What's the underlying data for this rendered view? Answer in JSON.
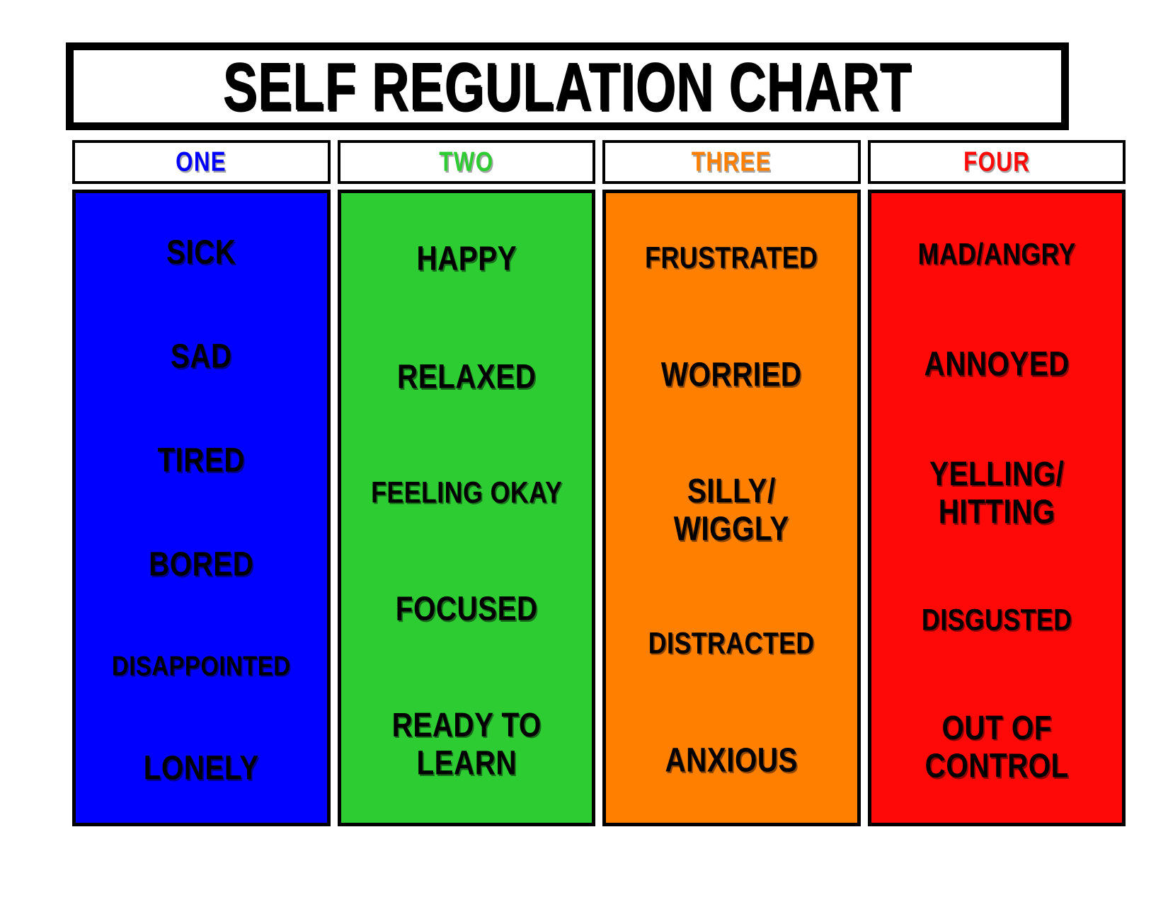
{
  "title": "SELF REGULATION CHART",
  "colors": {
    "zone_one": "#0000FF",
    "zone_two": "#2ECC33",
    "zone_three": "#FF8000",
    "zone_four": "#FF0808",
    "border": "#000000",
    "background": "#FFFFFF"
  },
  "headers": [
    {
      "label": "ONE",
      "color": "#0000FF"
    },
    {
      "label": "TWO",
      "color": "#2ECC33"
    },
    {
      "label": "THREE",
      "color": "#FF8000"
    },
    {
      "label": "FOUR",
      "color": "#FF0808"
    }
  ],
  "columns": [
    {
      "header": "ONE",
      "fill": "#0000FF",
      "items": [
        "SICK",
        "SAD",
        "TIRED",
        "BORED",
        "DISAPPOINTED",
        "LONELY"
      ]
    },
    {
      "header": "TWO",
      "fill": "#2ECC33",
      "items": [
        "HAPPY",
        "RELAXED",
        "FEELING OKAY",
        "FOCUSED",
        "READY TO\nLEARN"
      ]
    },
    {
      "header": "THREE",
      "fill": "#FF8000",
      "items": [
        "FRUSTRATED",
        "WORRIED",
        "SILLY/\nWIGGLY",
        "DISTRACTED",
        "ANXIOUS"
      ]
    },
    {
      "header": "FOUR",
      "fill": "#FF0808",
      "items": [
        "MAD/ANGRY",
        "ANNOYED",
        "YELLING/\nHITTING",
        "DISGUSTED",
        "OUT OF\nCONTROL"
      ]
    }
  ]
}
